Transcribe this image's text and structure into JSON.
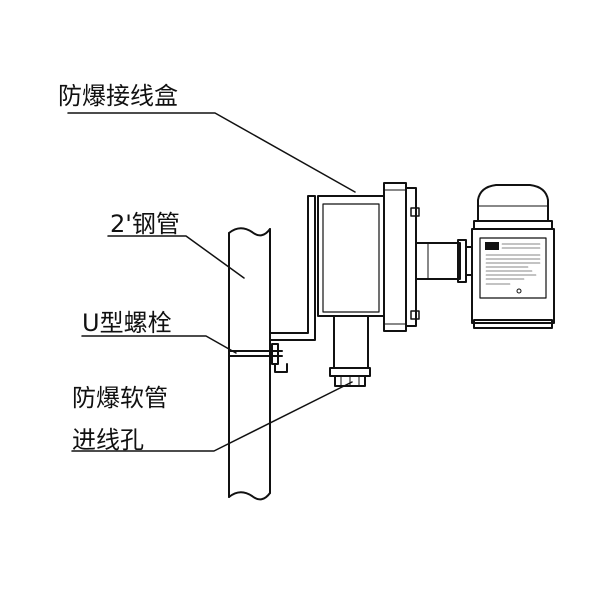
{
  "labels": {
    "junction_box": "防爆接线盒",
    "steel_pipe": "2'钢管",
    "u_bolt": "U型螺栓",
    "hose_line1": "防爆软管",
    "hose_line2": "进线孔"
  },
  "colors": {
    "stroke": "#111111",
    "background": "#ffffff"
  }
}
